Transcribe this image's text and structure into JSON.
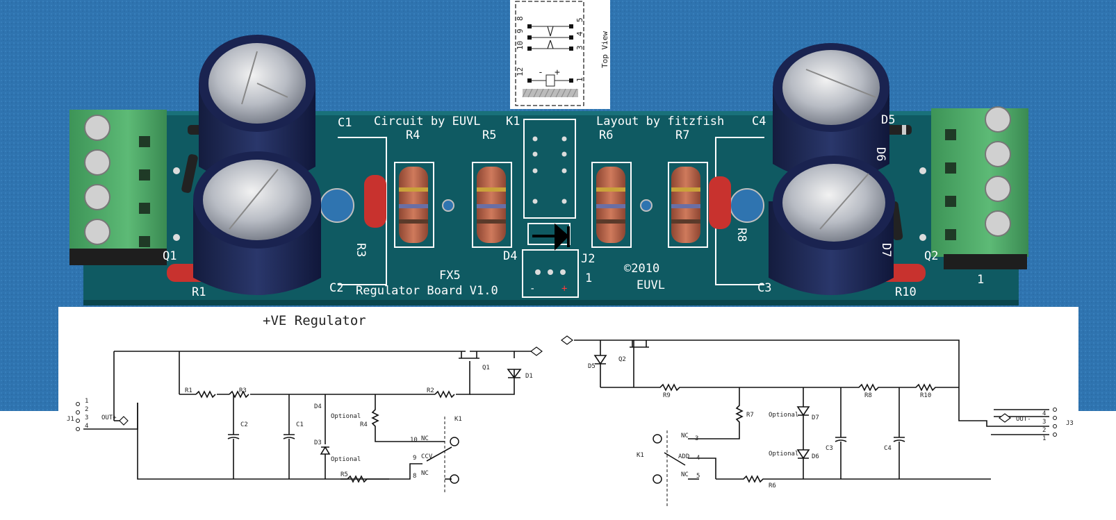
{
  "pcb": {
    "labels": {
      "circuit_by": "Circuit by EUVL",
      "layout_by": "Layout by fitzfish",
      "k1": "K1",
      "c1": "C1",
      "c2": "C2",
      "c3": "C3",
      "c4": "C4",
      "r1": "R1",
      "r3": "R3",
      "r4": "R4",
      "r5": "R5",
      "r6": "R6",
      "r7": "R7",
      "r8": "R8",
      "r10": "R10",
      "q1": "Q1",
      "q2": "Q2",
      "d4": "D4",
      "d5": "D5",
      "d6": "D6",
      "d7": "D7",
      "j2": "J2",
      "fx5": "FX5",
      "board_name": "Regulator Board V1.0",
      "copyright": "©2010",
      "euvl": "EUVL",
      "pin_one_left": "1",
      "pin_one_right": "1",
      "minus": "-",
      "plus": "+"
    }
  },
  "relay_inset": {
    "top_view": "Top View",
    "pins_left": [
      "8",
      "9",
      "10",
      "12"
    ],
    "pins_right": [
      "5",
      "4",
      "3",
      "1"
    ],
    "coil_minus": "-",
    "coil_plus": "+"
  },
  "schematic_left": {
    "title": "+VE Regulator",
    "parts": {
      "r1": "R1",
      "r3": "R3",
      "r2": "R2",
      "r4": "R4",
      "r5": "R5",
      "c2": "C2",
      "c1": "C1",
      "d4": "D4",
      "d4_opt": "Optional",
      "d3": "D3",
      "d3_opt": "Optional",
      "d1": "D1",
      "q1": "Q1",
      "k1": "K1",
      "j1": "J1",
      "out": "OUT+",
      "nc1": "NC",
      "ccv": "CCV",
      "nc2": "NC",
      "pin10": "10",
      "pin9": "9",
      "pin8": "8"
    },
    "pins": [
      "1",
      "2",
      "3",
      "4"
    ]
  },
  "schematic_right": {
    "parts": {
      "r10": "R10",
      "r8": "R8",
      "r7": "R7",
      "r9": "R9",
      "r6": "R6",
      "d5": "D5",
      "d7": "D7",
      "d7_opt": "Optional",
      "d6": "D6",
      "d6_opt": "Optional",
      "q2": "Q2",
      "c3": "C3",
      "c4": "C4",
      "k1": "K1",
      "j3": "J3",
      "out": "OUT-",
      "nc1": "NC",
      "add": "ADD",
      "nc2": "NC",
      "pin3": "3",
      "pin4": "4",
      "pin5": "5"
    },
    "pins": [
      "4",
      "3",
      "2",
      "1"
    ]
  },
  "colors": {
    "background_blue": "#2f74b0",
    "pcb_green": "#0f5a62",
    "terminal_green": "#4fa866",
    "capacitor_blue": "#1f2a55",
    "resistor_brown": "#b8674a",
    "resistor_red": "#c8322e",
    "silkscreen": "#ffffff"
  }
}
